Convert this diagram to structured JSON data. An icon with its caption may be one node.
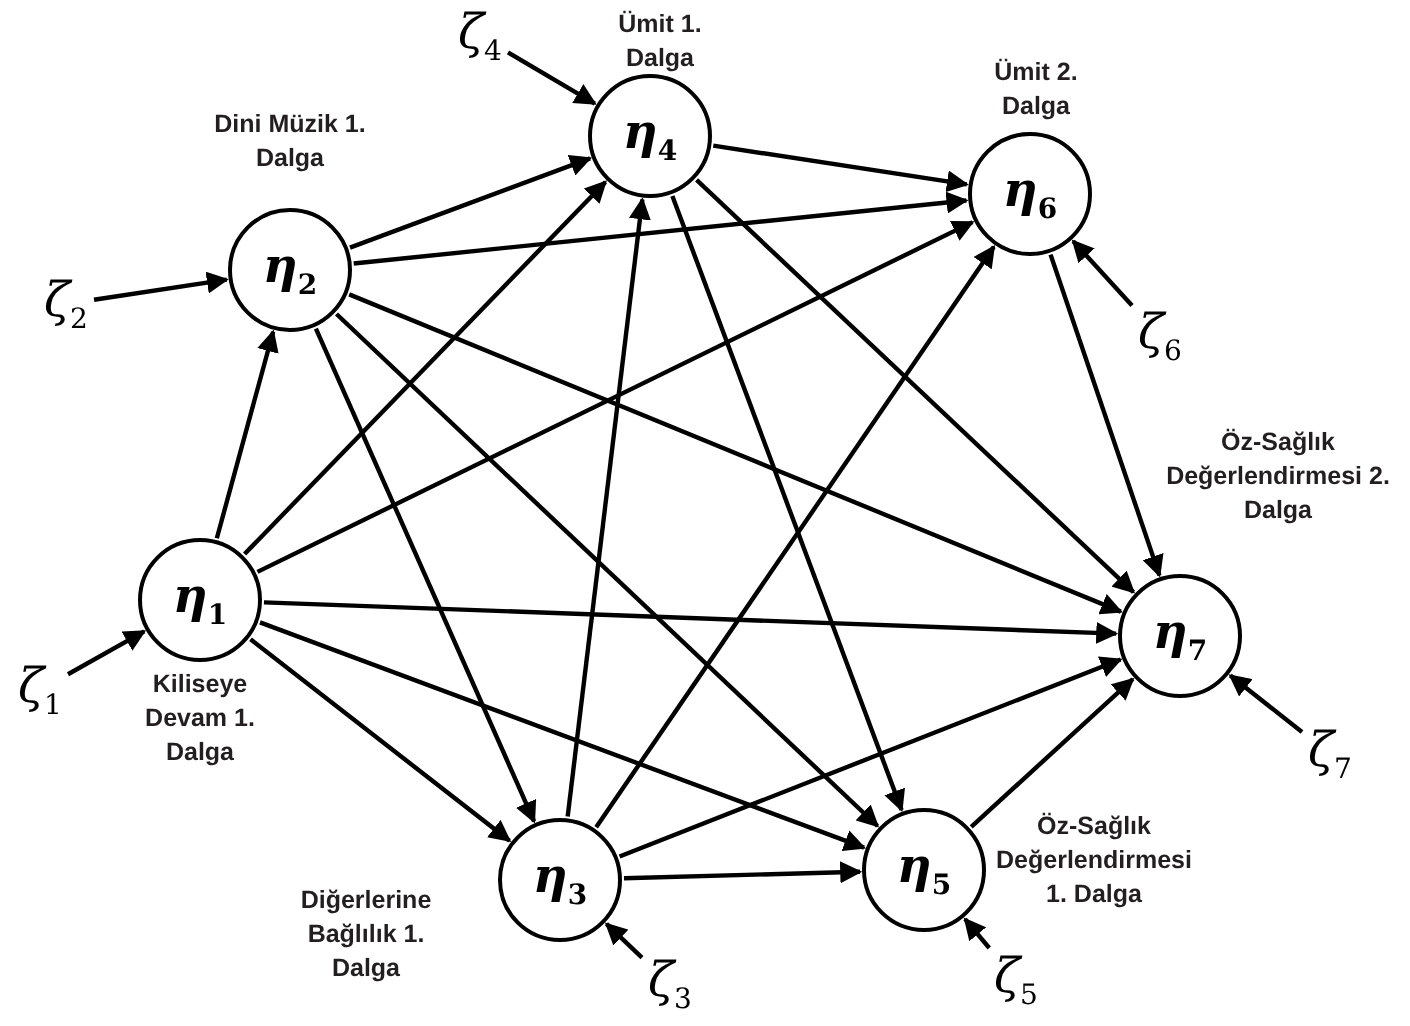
{
  "diagram": {
    "nodes": [
      {
        "text": [
          "η$_{1}$"
        ],
        "beside": [
          "Kiliseye Devam 1. Dalga"
        ]
      },
      {
        "text": [
          "η$_{2}$"
        ],
        "beside": [
          "Dini Müzik 1. Dalga"
        ]
      },
      {
        "text": [
          "η$_{3}$"
        ],
        "beside": [
          "Diğerlerine Bağlılık 1. Dalga"
        ]
      },
      {
        "text": [
          "η$_{4}$"
        ],
        "beside": [
          "Ümit 1. Dalga"
        ]
      },
      {
        "text": [
          "η$_{5}$"
        ],
        "beside": [
          "Öz-Sağlık Değerlendirmesi 1. Dalga"
        ]
      },
      {
        "text": [
          "η$_{6}$"
        ],
        "beside": [
          "Ümit 2. Dalga"
        ]
      },
      {
        "text": [
          "η$_{7}$"
        ],
        "beside": [
          "Öz-Sağlık Değerlendirmesi 2. Dalga"
        ]
      },
      {
        "text": [
          "ζ$_{1}$"
        ]
      },
      {
        "text": [
          "ζ$_{2}$"
        ]
      },
      {
        "text": [
          "ζ$_{3}$"
        ]
      },
      {
        "text": [
          "ζ$_{4}$"
        ]
      },
      {
        "text": [
          "ζ$_{5}$"
        ]
      },
      {
        "text": [
          "ζ$_{6}$"
        ]
      },
      {
        "text": [
          "ζ$_{7}$"
        ]
      }
    ],
    "edges": [
      {
        "from": 0,
        "to": 1,
        "arrow": "to"
      },
      {
        "from": 0,
        "to": 3,
        "arrow": "to"
      },
      {
        "from": 0,
        "to": 5,
        "arrow": "to"
      },
      {
        "from": 0,
        "to": 6,
        "arrow": "to"
      },
      {
        "from": 0,
        "to": 2,
        "arrow": "to"
      },
      {
        "from": 0,
        "to": 4,
        "arrow": "to"
      },
      {
        "from": 1,
        "to": 3,
        "arrow": "to"
      },
      {
        "from": 1,
        "to": 5,
        "arrow": "to"
      },
      {
        "from": 1,
        "to": 6,
        "arrow": "to"
      },
      {
        "from": 1,
        "to": 2,
        "arrow": "to"
      },
      {
        "from": 1,
        "to": 4,
        "arrow": "to"
      },
      {
        "from": 2,
        "to": 3,
        "arrow": "to"
      },
      {
        "from": 2,
        "to": 5,
        "arrow": "to"
      },
      {
        "from": 2,
        "to": 6,
        "arrow": "to"
      },
      {
        "from": 2,
        "to": 4,
        "arrow": "to"
      },
      {
        "from": 3,
        "to": 5,
        "arrow": "to"
      },
      {
        "from": 3,
        "to": 6,
        "arrow": "to"
      },
      {
        "from": 3,
        "to": 4,
        "arrow": "to"
      },
      {
        "from": 4,
        "to": 6,
        "arrow": "to"
      },
      {
        "from": 5,
        "to": 6,
        "arrow": "to"
      },
      {
        "from": 7,
        "to": 0,
        "arrow": "to"
      },
      {
        "from": 8,
        "to": 1,
        "arrow": "to"
      },
      {
        "from": 9,
        "to": 2,
        "arrow": "to"
      },
      {
        "from": 10,
        "to": 3,
        "arrow": "to"
      },
      {
        "from": 11,
        "to": 4,
        "arrow": "to"
      },
      {
        "from": 12,
        "to": 5,
        "arrow": "to"
      },
      {
        "from": 13,
        "to": 6,
        "arrow": "to"
      }
    ]
  }
}
